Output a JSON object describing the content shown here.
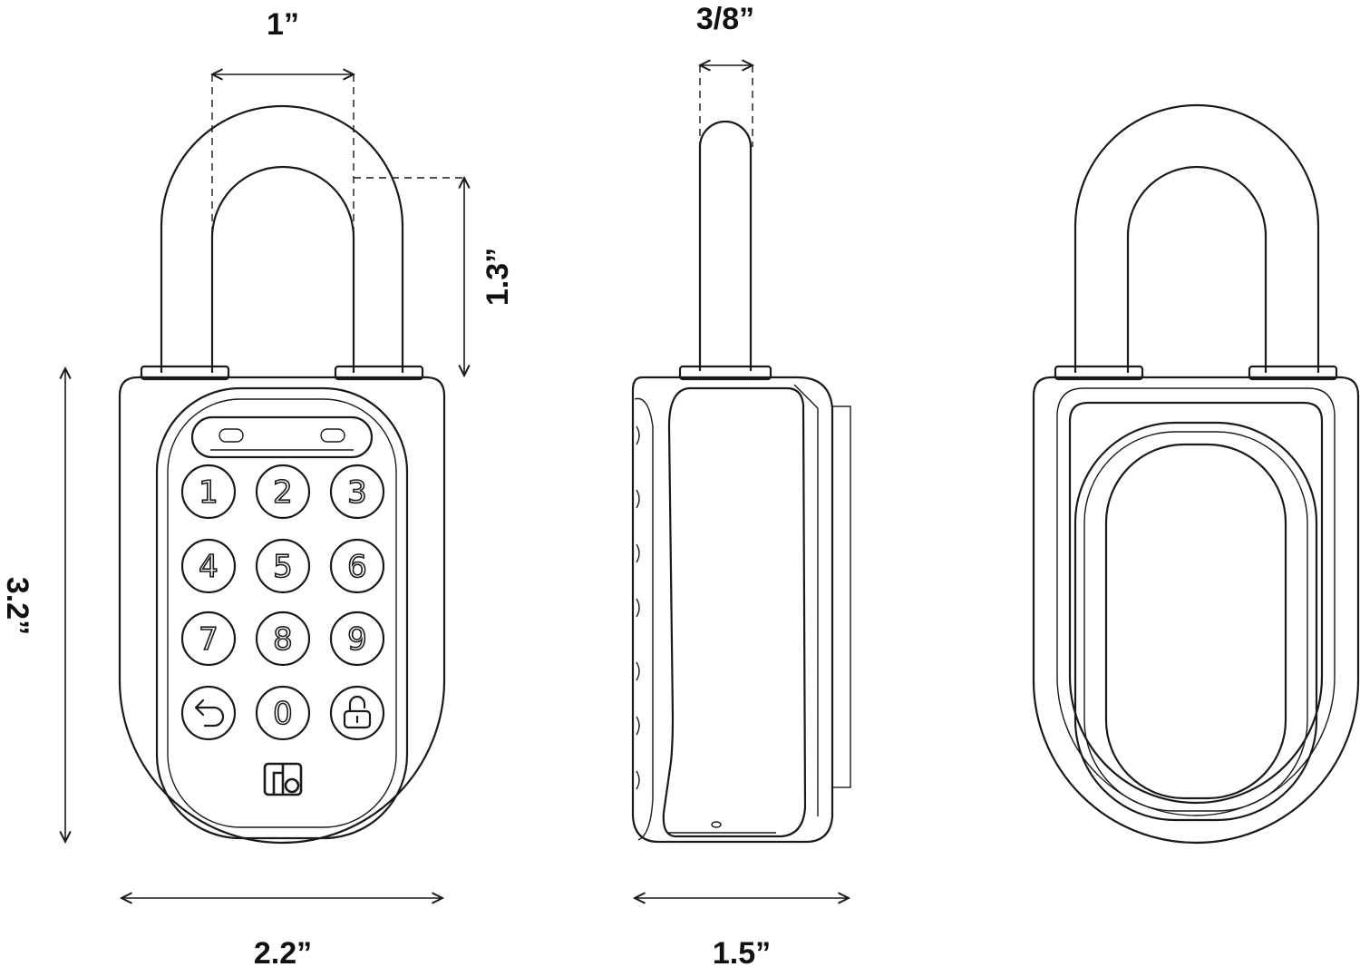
{
  "dimensions": {
    "shackle_inner_width": "1”",
    "shackle_thickness": "3/8”",
    "shackle_clearance": "1.3”",
    "overall_height": "3.2”",
    "body_width": "2.2”",
    "body_depth": "1.5”"
  },
  "keypad": {
    "keys": [
      "1",
      "2",
      "3",
      "4",
      "5",
      "6",
      "7",
      "8",
      "9",
      "back-arrow",
      "0",
      "unlock"
    ]
  },
  "colors": {
    "line": "#1a1a1a",
    "background": "#ffffff"
  },
  "icons": {
    "back": "back-arrow-icon",
    "unlock": "unlock-padlock-icon",
    "brand": "brand-logo-icon"
  }
}
